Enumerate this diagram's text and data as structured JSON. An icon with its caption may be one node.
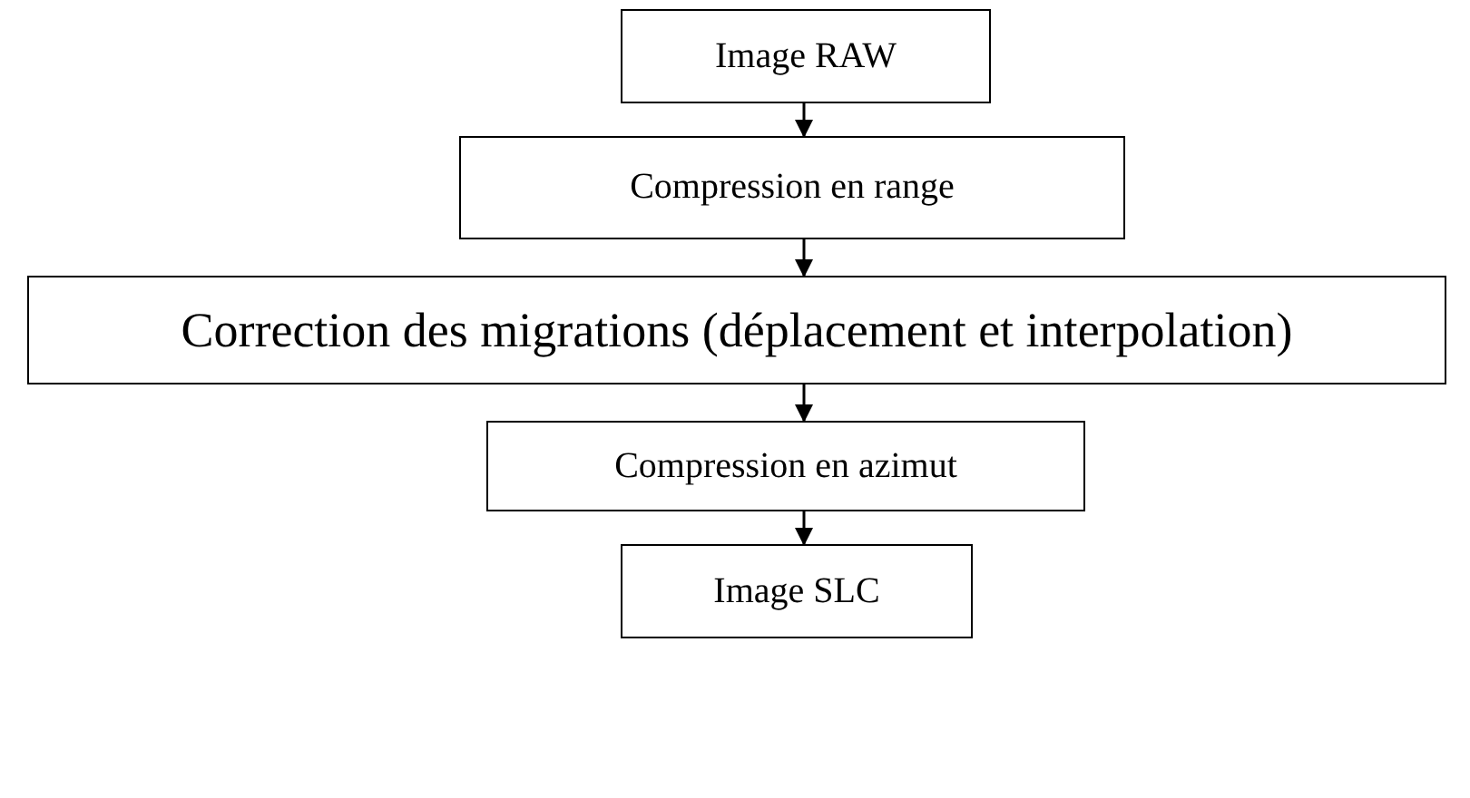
{
  "diagram": {
    "nodes": [
      {
        "text": [
          "Image RAW"
        ]
      },
      {
        "text": [
          "Compression en range"
        ]
      },
      {
        "text": [
          "Correction des migrations (déplacement et interpolation)"
        ]
      },
      {
        "text": [
          "Compression en azimut"
        ]
      },
      {
        "text": [
          "Image SLC"
        ]
      }
    ],
    "edges": [
      {
        "from": 0,
        "to": 1,
        "arrow": "to"
      },
      {
        "from": 1,
        "to": 2,
        "arrow": "to"
      },
      {
        "from": 2,
        "to": 3,
        "arrow": "to"
      },
      {
        "from": 3,
        "to": 4,
        "arrow": "to"
      }
    ]
  }
}
